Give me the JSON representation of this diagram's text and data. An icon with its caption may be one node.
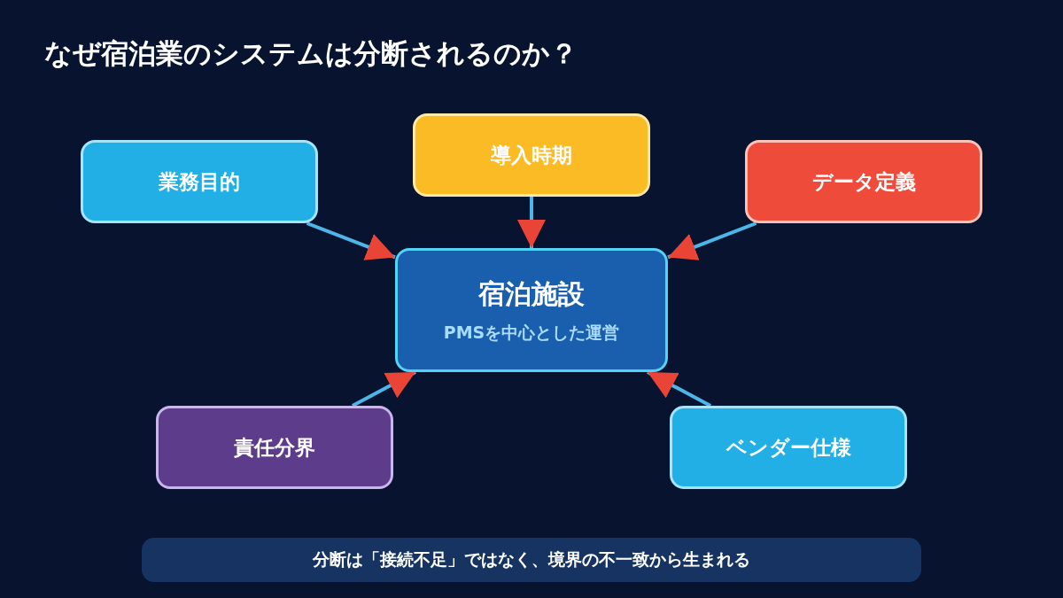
{
  "diagram": {
    "title": "なぜ宿泊業のシステムは分断されるのか？",
    "nodes": [
      {
        "text": [
          "業務目的"
        ]
      },
      {
        "text": [
          "導入時期"
        ]
      },
      {
        "text": [
          "データ定義"
        ]
      },
      {
        "text": [
          "宿泊施設",
          "PMSを中心とした運営"
        ]
      },
      {
        "text": [
          "責任分界"
        ]
      },
      {
        "text": [
          "ベンダー仕様"
        ]
      }
    ],
    "edges": [
      {
        "from": 0,
        "to": 3,
        "arrow": "to"
      },
      {
        "from": 1,
        "to": 3,
        "arrow": "to"
      },
      {
        "from": 2,
        "to": 3,
        "arrow": "to"
      },
      {
        "from": 4,
        "to": 3,
        "arrow": "to"
      },
      {
        "from": 5,
        "to": 3,
        "arrow": "to"
      }
    ],
    "labels": [
      "分断は「接続不足」ではなく、境界の不一致から生まれる"
    ]
  }
}
